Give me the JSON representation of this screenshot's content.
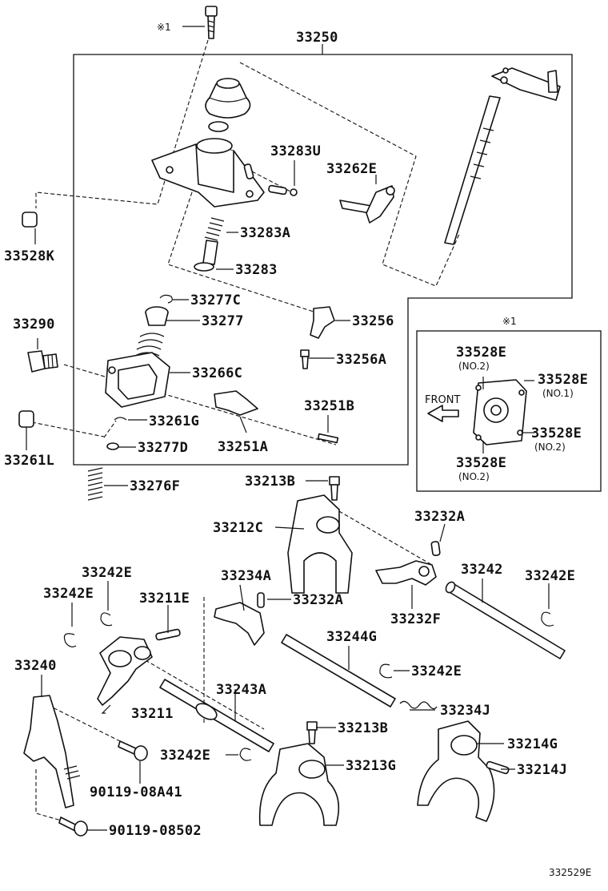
{
  "diagram": {
    "ref_code": "332529E",
    "note_marker": "※1",
    "front_label": "FRONT",
    "labels": {
      "p33250": "33250",
      "p33283U": "33283U",
      "p33262E": "33262E",
      "p33528K": "33528K",
      "p33283A": "33283A",
      "p33283": "33283",
      "p33277C": "33277C",
      "p33256": "33256",
      "p33290": "33290",
      "p33277": "33277",
      "p33256A": "33256A",
      "p33266C": "33266C",
      "p33251B": "33251B",
      "p33261G": "33261G",
      "p33251A": "33251A",
      "p33261L": "33261L",
      "p33277D": "33277D",
      "p33276F": "33276F",
      "p33213B_top": "33213B",
      "p33212C": "33212C",
      "p33232A_top": "33232A",
      "p33242E_a": "33242E",
      "p33242E_b": "33242E",
      "p33234A": "33234A",
      "p33211E": "33211E",
      "p33232A_mid": "33232A",
      "p33242": "33242",
      "p33242E_right": "33242E",
      "p33232F": "33232F",
      "p33244G": "33244G",
      "p33240": "33240",
      "p33242E_mid": "33242E",
      "p33211": "33211",
      "p33243A": "33243A",
      "p33234J": "33234J",
      "p33213B_bottom": "33213B",
      "p33214G": "33214G",
      "p33242E_low": "33242E",
      "p33213G": "33213G",
      "p33214J": "33214J",
      "p90119_08A41": "90119-08A41",
      "p90119_08502": "90119-08502"
    },
    "inset": {
      "marker": "※1",
      "l1": "33528E",
      "l1_sub": "(NO.2)",
      "l2": "33528E",
      "l2_sub": "(NO.1)",
      "l3": "33528E",
      "l3_sub": "(NO.2)",
      "l4": "33528E",
      "l4_sub": "(NO.2)"
    }
  }
}
